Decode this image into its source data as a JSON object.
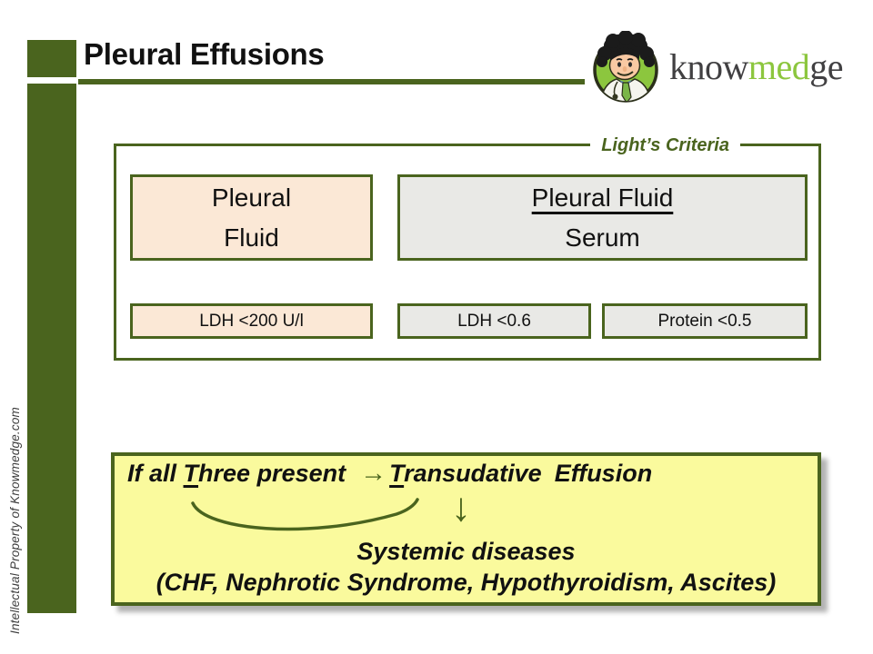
{
  "slide": {
    "title": "Pleural Effusions",
    "watermark": "Intellectual Property of Knowmedge.com"
  },
  "logo": {
    "word_part1": "know",
    "word_part2": "med",
    "word_part3": "ge"
  },
  "lights_criteria": {
    "label": "Light’s Criteria",
    "pleural_fluid_box": {
      "line1": "Pleural",
      "line2": "Fluid"
    },
    "ratio_box": {
      "numerator": "Pleural Fluid",
      "denominator": "Serum"
    },
    "criteria_boxes": [
      {
        "text": "LDH <200 U/l"
      },
      {
        "text": "LDH <0.6"
      },
      {
        "text": "Protein <0.5"
      }
    ]
  },
  "conclusion": {
    "if_all": "If all",
    "three_initial": "T",
    "three_rest": "hree present",
    "right_arrow": "→",
    "transudative_initial": "T",
    "transudative_rest": "ransudative",
    "effusion": "Effusion",
    "down_arrow": "↓",
    "systemic": "Systemic diseases",
    "diseases": "(CHF, Nephrotic Syndrome, Hypothyroidism, Ascites)"
  },
  "colors": {
    "olive_green": "#4a641e",
    "peach_fill": "#fbe8d6",
    "gray_fill": "#e9e9e6",
    "yellow_fill": "#fafa9d",
    "logo_green": "#8cc63e",
    "logo_text_dark": "#414042"
  }
}
